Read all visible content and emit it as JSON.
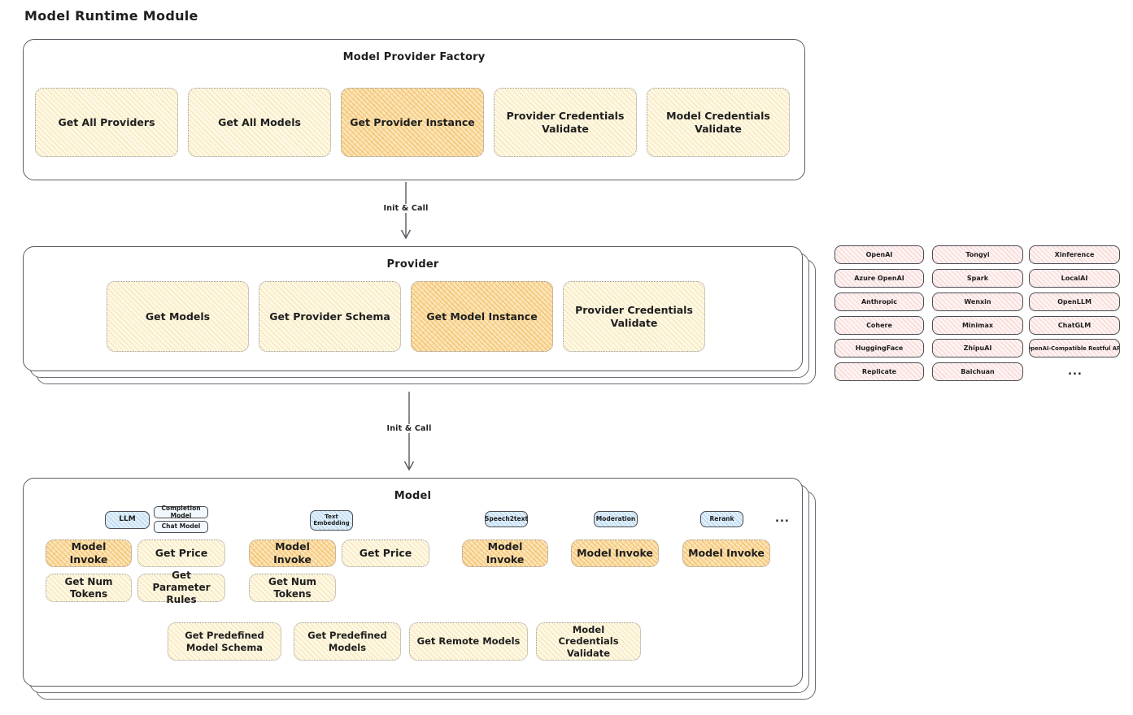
{
  "page": {
    "title": "Model Runtime Module"
  },
  "colors": {
    "stroke": "#5a5d63",
    "yellow": "#fdf8e6",
    "orange": "#fbe6ba",
    "pink": "#fdf3f2",
    "blue": "#e1effa"
  },
  "arrows": [
    {
      "label": "Init & Call"
    },
    {
      "label": "Init & Call"
    }
  ],
  "factory": {
    "title": "Model Provider Factory",
    "boxes": [
      {
        "label": "Get All Providers"
      },
      {
        "label": "Get All Models"
      },
      {
        "label": "Get Provider Instance"
      },
      {
        "label": "Provider Credentials Validate"
      },
      {
        "label": "Model Credentials Validate"
      }
    ]
  },
  "provider": {
    "title": "Provider",
    "boxes": [
      {
        "label": "Get Models"
      },
      {
        "label": "Get Provider Schema"
      },
      {
        "label": "Get Model Instance"
      },
      {
        "label": "Provider Credentials Validate"
      }
    ]
  },
  "vendors": {
    "col1": [
      "OpenAI",
      "Azure OpenAI",
      "Anthropic",
      "Cohere",
      "HuggingFace",
      "Replicate"
    ],
    "col2": [
      "Tongyi",
      "Spark",
      "Wenxin",
      "Minimax",
      "ZhipuAI",
      "Baichuan"
    ],
    "col3": [
      "Xinference",
      "LocalAI",
      "OpenLLM",
      "ChatGLM",
      "OpenAI-Compatible Restful API",
      "..."
    ]
  },
  "model": {
    "title": "Model",
    "tags": {
      "llm": "LLM",
      "completion": "Completion Model",
      "chat": "Chat Model",
      "embedding": "Text Embedding",
      "speech": "Speech2text",
      "moderation": "Moderation",
      "rerank": "Rerank",
      "more": "..."
    },
    "ops": {
      "llm_invoke": "Model Invoke",
      "llm_price": "Get Price",
      "llm_tokens": "Get Num Tokens",
      "llm_rules": "Get Parameter Rules",
      "emb_invoke": "Model Invoke",
      "emb_price": "Get Price",
      "emb_tokens": "Get Num Tokens",
      "speech_invoke": "Model Invoke",
      "mod_invoke": "Model Invoke",
      "rerank_invoke": "Model Invoke"
    },
    "common": [
      {
        "label": "Get Predefined Model Schema"
      },
      {
        "label": "Get Predefined Models"
      },
      {
        "label": "Get Remote Models"
      },
      {
        "label": "Model Credentials Validate"
      }
    ]
  }
}
